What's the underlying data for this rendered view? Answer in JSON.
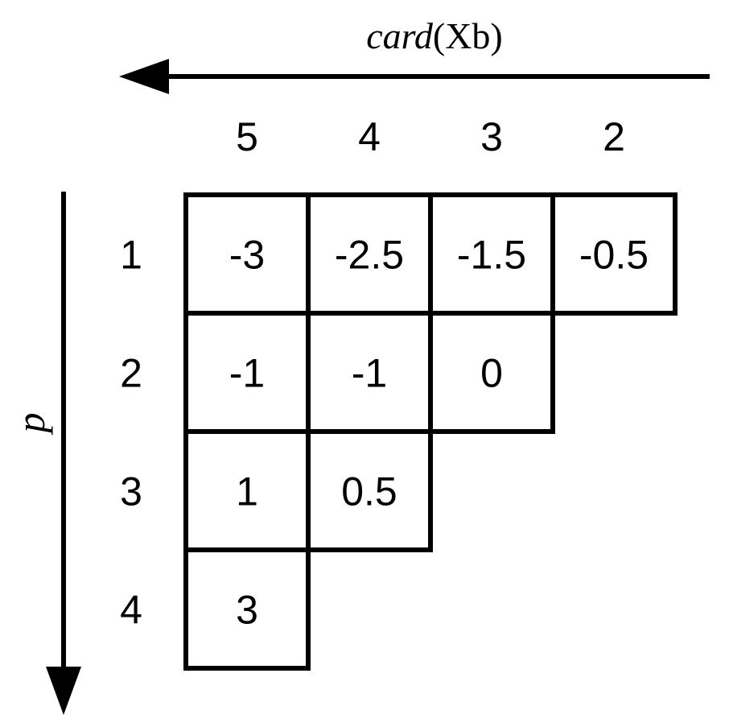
{
  "horizontal_axis": {
    "label_italic": "card",
    "label_rest": "(Xb)",
    "direction": "right-to-left",
    "columns": [
      "5",
      "4",
      "3",
      "2"
    ]
  },
  "vertical_axis": {
    "label": "p",
    "direction": "top-to-bottom",
    "rows": [
      "1",
      "2",
      "3",
      "4"
    ]
  },
  "cells": [
    [
      "-3",
      "-2.5",
      "-1.5",
      "-0.5"
    ],
    [
      "-1",
      "-1",
      "0"
    ],
    [
      "1",
      "0.5"
    ],
    [
      "3"
    ]
  ],
  "colors": {
    "stroke": "#000000",
    "background": "#ffffff",
    "text": "#000000"
  }
}
